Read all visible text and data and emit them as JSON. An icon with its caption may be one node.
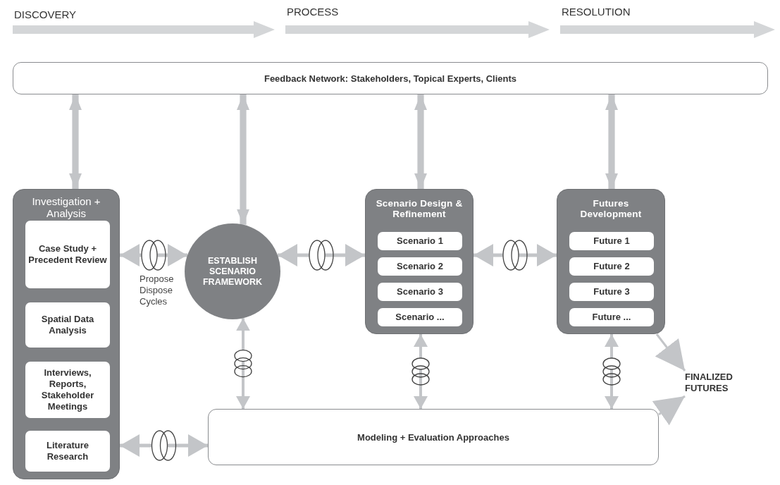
{
  "diagram": {
    "nodes": [
      {
        "text": [
          "Feedback Network: Stakeholders, Topical Experts, Clients"
        ]
      },
      {
        "text": [
          "Investigation + Analysis"
        ]
      },
      {
        "text": [
          "Case Study + Precedent Review"
        ],
        "in": 1
      },
      {
        "text": [
          "Spatial Data Analysis"
        ],
        "in": 1
      },
      {
        "text": [
          "Interviews, Reports, Stakeholder Meetings"
        ],
        "in": 1
      },
      {
        "text": [
          "Literature Research"
        ],
        "in": 1
      },
      {
        "text": [
          "ESTABLISH SCENARIO FRAMEWORK"
        ]
      },
      {
        "text": [
          "Scenario Design & Refinement"
        ]
      },
      {
        "text": [
          "Scenario 1"
        ],
        "in": 7
      },
      {
        "text": [
          "Scenario 2"
        ],
        "in": 7
      },
      {
        "text": [
          "Scenario 3"
        ],
        "in": 7
      },
      {
        "text": [
          "Scenario ..."
        ],
        "in": 7
      },
      {
        "text": [
          "Futures Development"
        ]
      },
      {
        "text": [
          "Future 1"
        ],
        "in": 12
      },
      {
        "text": [
          "Future 2"
        ],
        "in": 12
      },
      {
        "text": [
          "Future 3"
        ],
        "in": 12
      },
      {
        "text": [
          "Future ..."
        ],
        "in": 12
      },
      {
        "text": [
          "FINALIZED FUTURES"
        ]
      },
      {
        "text": [
          "Modeling + Evaluation Approaches"
        ]
      }
    ],
    "edges": [
      {
        "from": 0,
        "to": 1,
        "arrow": "both",
        "style": "thick"
      },
      {
        "from": 0,
        "to": 6,
        "arrow": "both",
        "style": "thick"
      },
      {
        "from": 0,
        "to": 7,
        "arrow": "both",
        "style": "thick"
      },
      {
        "from": 0,
        "to": 12,
        "arrow": "both",
        "style": "thick"
      },
      {
        "from": 1,
        "to": 6,
        "arrow": "both",
        "label": "Propose Dispose Cycles"
      },
      {
        "from": 6,
        "to": 7,
        "arrow": "both"
      },
      {
        "from": 7,
        "to": 12,
        "arrow": "both"
      },
      {
        "from": 6,
        "to": 18,
        "arrow": "both"
      },
      {
        "from": 7,
        "to": 18,
        "arrow": "both"
      },
      {
        "from": 12,
        "to": 18,
        "arrow": "both"
      },
      {
        "from": 1,
        "to": 18,
        "arrow": "both"
      },
      {
        "from": 12,
        "to": 17,
        "arrow": "to"
      },
      {
        "from": 18,
        "to": 17,
        "arrow": "to"
      }
    ],
    "labels": [
      "DISCOVERY",
      "PROCESS",
      "RESOLUTION"
    ]
  }
}
